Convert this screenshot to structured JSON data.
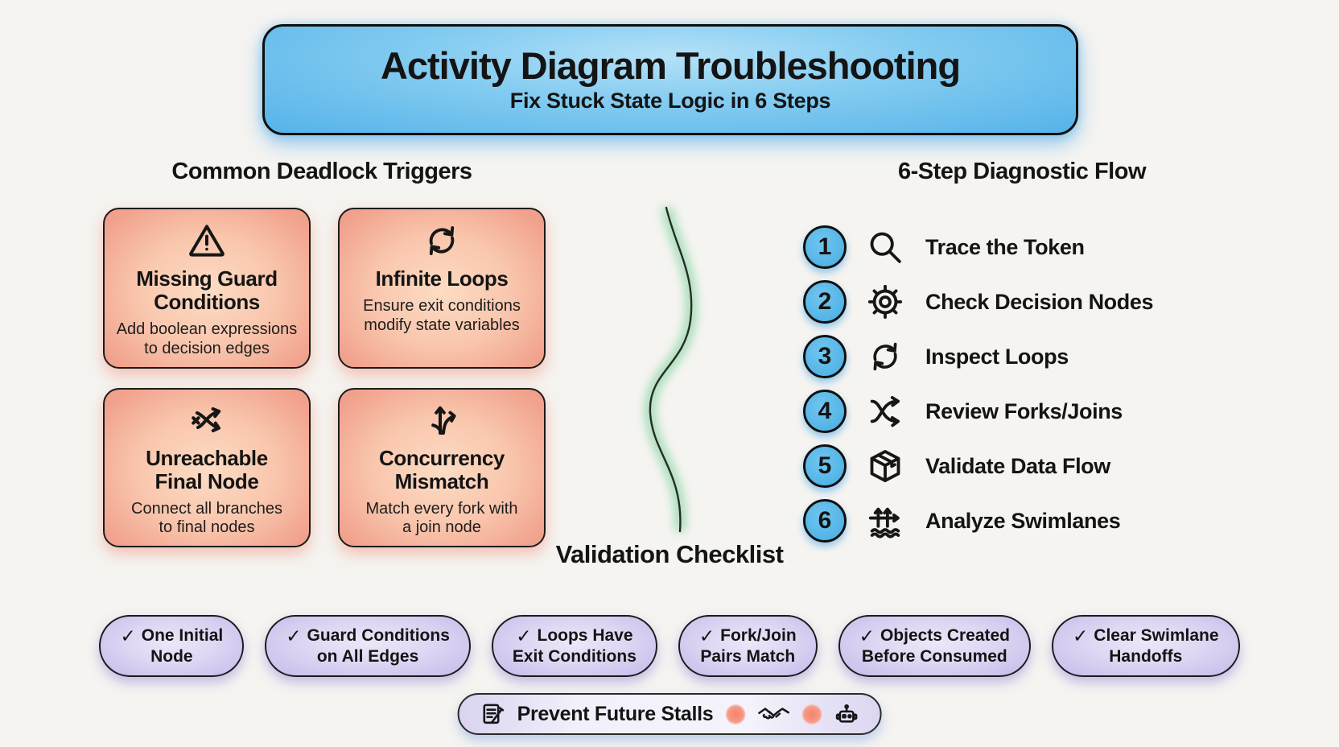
{
  "header": {
    "title": "Activity Diagram Troubleshooting",
    "subtitle": "Fix Stuck State Logic in 6 Steps"
  },
  "triggers": {
    "heading": "Common Deadlock Triggers",
    "cards": [
      {
        "icon": "warning-triangle",
        "title1": "Missing Guard",
        "title2": "Conditions",
        "desc1": "Add boolean expressions",
        "desc2": "to decision edges"
      },
      {
        "icon": "loop-cycle",
        "title1": "Infinite Loops",
        "title2": "",
        "desc1": "Ensure exit conditions",
        "desc2": "modify state variables"
      },
      {
        "icon": "unreachable-path",
        "title1": "Unreachable",
        "title2": "Final Node",
        "desc1": "Connect all branches",
        "desc2": "to final nodes"
      },
      {
        "icon": "fork-split",
        "title1": "Concurrency",
        "title2": "Mismatch",
        "desc1": "Match every fork with",
        "desc2": "a join node"
      }
    ]
  },
  "diagnostic": {
    "heading": "6-Step Diagnostic Flow",
    "steps": [
      {
        "num": "1",
        "icon": "magnifier",
        "label": "Trace the Token"
      },
      {
        "num": "2",
        "icon": "gear",
        "label": "Check Decision Nodes"
      },
      {
        "num": "3",
        "icon": "loop-cycle",
        "label": "Inspect Loops"
      },
      {
        "num": "4",
        "icon": "shuffle-arrows",
        "label": "Review Forks/Joins"
      },
      {
        "num": "5",
        "icon": "package-box",
        "label": "Validate Data Flow"
      },
      {
        "num": "6",
        "icon": "swimlanes",
        "label": "Analyze Swimlanes"
      }
    ]
  },
  "checklist": {
    "heading": "Validation Checklist",
    "check_glyph": "✓",
    "items": [
      {
        "line1": "One Initial",
        "line2": "Node"
      },
      {
        "line1": "Guard Conditions",
        "line2": "on All Edges"
      },
      {
        "line1": "Loops Have",
        "line2": "Exit Conditions"
      },
      {
        "line1": "Fork/Join",
        "line2": "Pairs Match"
      },
      {
        "line1": "Objects Created",
        "line2": "Before Consumed"
      },
      {
        "line1": "Clear Swimlane",
        "line2": "Handoffs"
      }
    ]
  },
  "footer": {
    "label": "Prevent Future Stalls",
    "icons": [
      "memo",
      "red-dot",
      "handshake",
      "red-dot",
      "robot"
    ]
  },
  "colors": {
    "background": "#f5f4f1",
    "banner_blue": "#55b3e9",
    "card_red": "#f1a28d",
    "step_badge_blue": "#57b7e8",
    "pill_purple": "#c7bceb",
    "divider_green": "#57c87f",
    "dot_salmon": "#f6826c",
    "ink": "#141414"
  }
}
